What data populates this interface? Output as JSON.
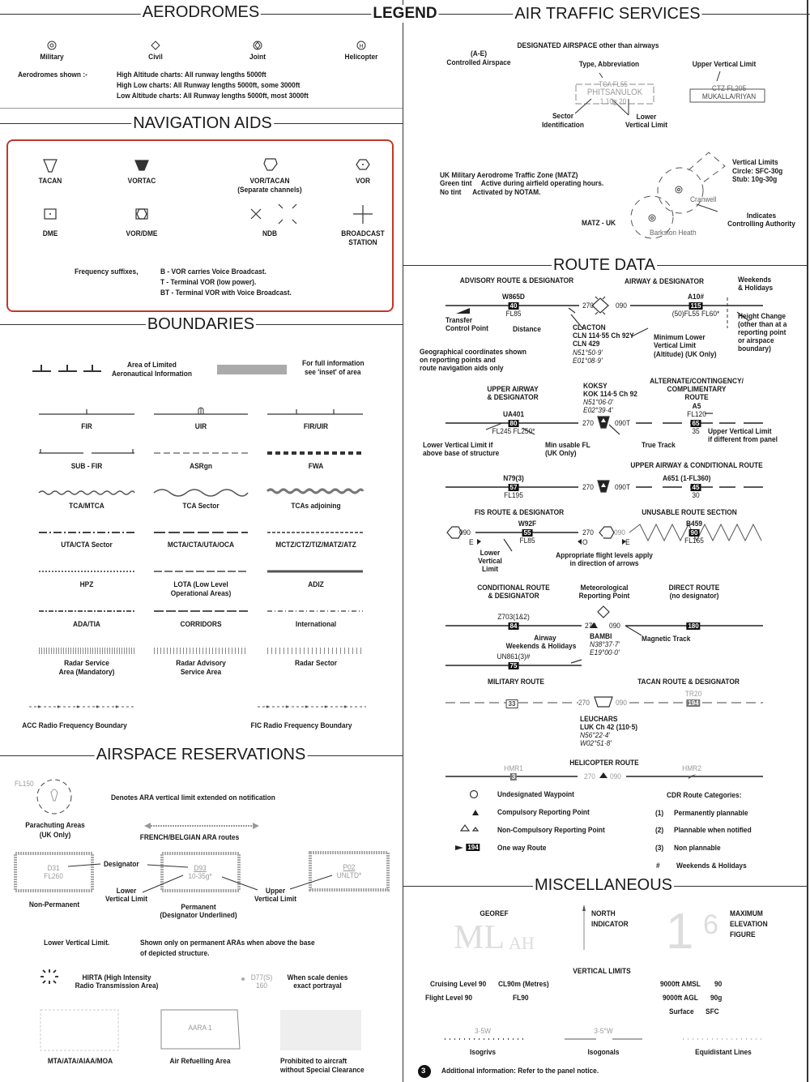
{
  "headers": {
    "aerodromes": "AERODROMES",
    "legend": "LEGEND",
    "ats": "AIR TRAFFIC SERVICES",
    "navaids": "NAVIGATION AIDS",
    "boundaries": "BOUNDARIES",
    "reservations": "AIRSPACE RESERVATIONS",
    "route": "ROUTE DATA",
    "misc": "MISCELLANEOUS"
  },
  "aerodromes": {
    "types": [
      "Military",
      "Civil",
      "Joint",
      "Helicopter"
    ],
    "shown": "Aerodromes shown :-",
    "rules": [
      "High Altitude charts: All runway lengths  5000ft",
      "High Low charts: All Runway lengths  5000ft, some  3000ft",
      "Low Altitude charts: All Runway lengths  5000ft, most  3000ft"
    ]
  },
  "navaids": {
    "items": [
      "TACAN",
      "VORTAC",
      "VOR/TACAN",
      "(Separate channels)",
      "VOR",
      "DME",
      "VOR/DME",
      "NDB",
      "BROADCAST",
      "STATION"
    ],
    "freq": "Frequency suffixes,",
    "suffixes": [
      "B - VOR carries Voice Broadcast.",
      "T - Terminal VOR (low power).",
      "BT - Terminal VOR with Voice Broadcast."
    ],
    "box_color": "#c0392b"
  },
  "boundaries": {
    "limited": [
      "Area of Limited",
      "Aeronautical Information"
    ],
    "inset": [
      "For full information",
      "see 'inset' of area"
    ],
    "grid": [
      "FIR",
      "UIR",
      "FIR/UIR",
      "SUB - FIR",
      "ASRgn",
      "FWA",
      "TCA/MTCA",
      "TCA Sector",
      "TCAs adjoining",
      "UTA/CTA Sector",
      "MCTA/CTA/UTA/OCA",
      "MCTZ/CTZ/TIZ/MATZ/ATZ",
      "HPZ",
      "LOTA (Low Level",
      "Operational Areas)",
      "ADIZ",
      "ADA/TIA",
      "CORRIDORS",
      "International",
      "Radar Service",
      "Area (Mandatory)",
      "Radar Advisory",
      "Service Area",
      "Radar Sector"
    ],
    "acc": "ACC Radio Frequency Boundary",
    "fic": "FIC Radio Frequency Boundary"
  },
  "reservations": {
    "fl150": "FL150",
    "denotes": "Denotes ARA vertical limit extended on notification",
    "para": [
      "Parachuting Areas",
      "(UK Only)"
    ],
    "french": "FRENCH/BELGIAN ARA routes",
    "d31": "D31",
    "fl260": "FL260",
    "designator": "Designator",
    "d93": "D93",
    "d93lim": "10-35g*",
    "p02": "P02",
    "unltd": "UNLTD*",
    "lower": [
      "Lower",
      "Vertical Limit"
    ],
    "upper": [
      "Upper",
      "Vertical Limit"
    ],
    "nonperm": "Non-Permanent",
    "perm": [
      "Permanent",
      "(Designator Underlined)"
    ],
    "lvl": "Lower Vertical Limit.",
    "shown": [
      "Shown only on permanent ARAs when above the base",
      "of depicted structure."
    ],
    "hirta": [
      "HIRTA (High Intensity",
      "Radio Transmission Area)"
    ],
    "d77": "D77(S)",
    "d77b": "160",
    "scale": [
      "When scale denies",
      "exact portrayal"
    ],
    "aara": "AARA 1",
    "mta": "MTA/ATA/AIAA/MOA",
    "refuel": "Air Refuelling Area",
    "prohib": [
      "Prohibited to aircraft",
      "without Special Clearance"
    ]
  },
  "ats": {
    "designated": "DESIGNATED AIRSPACE other than airways",
    "ae": [
      "(A-E)",
      "Controlled Airspace"
    ],
    "type": "Type, Abbreviation",
    "tca": "TCA FL55",
    "phits": "PHITSANULOK",
    "phlim": "1 10g 20",
    "sector": [
      "Sector",
      "Identification"
    ],
    "lower": [
      "Lower",
      "Vertical Limit"
    ],
    "uvl": "Upper Vertical Limit",
    "ctz": "CTZ FL205",
    "mukalla": "MUKALLA/RIYAN",
    "matz": [
      "UK Military Aerodrome Traffic Zone (MATZ)",
      "Green tint     Active during airfield operating hours.",
      "No tint      Activated by NOTAM."
    ],
    "vl": [
      "Vertical Limits",
      "Circle: SFC-30g",
      "Stub: 10g-30g"
    ],
    "cranwell": "Cranwell",
    "indicates": [
      "Indicates",
      "Controlling Authority"
    ],
    "matzuk": "MATZ - UK",
    "barkston": "Barkston Heath"
  },
  "route": {
    "advisory": "ADVISORY ROUTE & DESIGNATOR",
    "airway": "AIRWAY & DESIGNATOR",
    "weekends": [
      "Weekends",
      "& Holidays"
    ],
    "w865d": "W865D",
    "n40": "40",
    "fl85": "FL85",
    "t270": "270",
    "t090": "090",
    "a10": "A10#",
    "n115": "115",
    "a10lim": "(50)FL55 FL60*",
    "transfer": [
      "Transfer",
      "Control Point"
    ],
    "distance": "Distance",
    "clacton": [
      "CLACTON",
      "CLN 114·55 Ch 92Y",
      "CLN 429"
    ],
    "clcoord": [
      "N51°50·9'",
      "E01°08·9'"
    ],
    "minlower": [
      "Minimum Lower",
      "Vertical Limit",
      "(Altitude) (UK Only)"
    ],
    "height": [
      "Height Change",
      "(other than at a",
      "reporting point",
      "or airspace",
      "boundary)"
    ],
    "geo": [
      "Geographical coordinates shown",
      "on reporting points and",
      "route navigation aids only"
    ],
    "upper": [
      "UPPER AIRWAY",
      "& DESIGNATOR"
    ],
    "koksy": [
      "KOKSY",
      "KOK 114·5 Ch 92"
    ],
    "kokcoord": [
      "N51°06·0'",
      "E02°39·4'"
    ],
    "alt": [
      "ALTERNATE/CONTINGENCY/",
      "COMPLIMENTARY",
      "ROUTE"
    ],
    "ua401": "UA401",
    "n80": "80",
    "ua401lim": "FL245 FL250*",
    "t090t": "090T",
    "a5": "A5",
    "fl120": "FL120",
    "n65": "65",
    "n35": "35",
    "uvl": [
      "Upper Vertical Limit",
      "if different from panel"
    ],
    "lvlabove": [
      "Lower Vertical Limit if",
      "above base of structure"
    ],
    "minfl": [
      "Min usable FL",
      "(UK Only)"
    ],
    "truetrack": "True Track",
    "uacond": "UPPER AIRWAY & CONDITIONAL ROUTE",
    "n79": "N79(3)",
    "n57": "57",
    "fl195": "FL195",
    "a651": "A651  (1-FL360)",
    "n45": "45",
    "n30": "30",
    "fis": "FIS ROUTE & DESIGNATOR",
    "unusable": "UNUSABLE ROUTE SECTION",
    "w92f": "W92F",
    "n55": "55",
    "b459": "B459",
    "n90": "90",
    "fl165": "FL165",
    "e": "E",
    "o": "O",
    "lvl": [
      "Lower",
      "Vertical",
      "Limit"
    ],
    "approp": [
      "Appropriate flight levels apply",
      "in direction of arrows"
    ],
    "cond": [
      "CONDITIONAL ROUTE",
      "& DESIGNATOR"
    ],
    "met": [
      "Meteorological",
      "Reporting Point"
    ],
    "direct": [
      "DIRECT ROUTE",
      "(no designator)"
    ],
    "z703": "Z703(1&2)",
    "n84": "84",
    "n180": "180",
    "awy": [
      "Airway",
      "Weekends & Holidays"
    ],
    "bambi": "BAMBI",
    "bcoord": [
      "N38°37·7'",
      "E19°00·0'"
    ],
    "magtrack": "Magnetic Track",
    "un861": "UN861(3)#",
    "n75": "75",
    "military": "MILITARY ROUTE",
    "tacan": "TACAN ROUTE & DESIGNATOR",
    "n33": "33",
    "tr20": "TR20",
    "n194": "194",
    "leuchars": [
      "LEUCHARS",
      "LUK Ch 42 (110·5)"
    ],
    "lcoord": [
      "N56°22·4'",
      "W02°51·8'"
    ],
    "heli": "HELICOPTER ROUTE",
    "hmr1": "HMR1",
    "n3": "3",
    "hmr2": "HMR2",
    "symbols": [
      "Undesignated Waypoint",
      "Compulsory Reporting Point",
      "Non-Compulsory Reporting Point",
      "One way Route"
    ],
    "cdr": "CDR Route Categories:",
    "cdrs": [
      [
        "(1)",
        "Permanently plannable"
      ],
      [
        "(2)",
        "Plannable when notified"
      ],
      [
        "(3)",
        "Non plannable"
      ],
      [
        "#",
        "Weekends & Holidays"
      ]
    ]
  },
  "misc": {
    "georef": "GEOREF",
    "ml": "ML",
    "ah": "AH",
    "north": [
      "NORTH",
      "INDICATOR"
    ],
    "mef": [
      "MAXIMUM",
      "ELEVATION",
      "FIGURE"
    ],
    "one": "1",
    "six": "6",
    "vlimits": "VERTICAL LIMITS",
    "cl": [
      "Cruising Level 90",
      "CL90m (Metres)"
    ],
    "fl": [
      "Flight Level 90",
      "FL90"
    ],
    "amsl": [
      "9000ft AMSL",
      "90"
    ],
    "agl": [
      "9000ft AGL",
      "90g"
    ],
    "sfc": [
      "Surface",
      "SFC"
    ],
    "isogriv": "3·5W",
    "isogon": "3·5°W",
    "lines": [
      "Isogrivs",
      "Isogonals",
      "Equidistant Lines"
    ],
    "num": "3",
    "note": "Additional information: Refer to the panel notice."
  }
}
